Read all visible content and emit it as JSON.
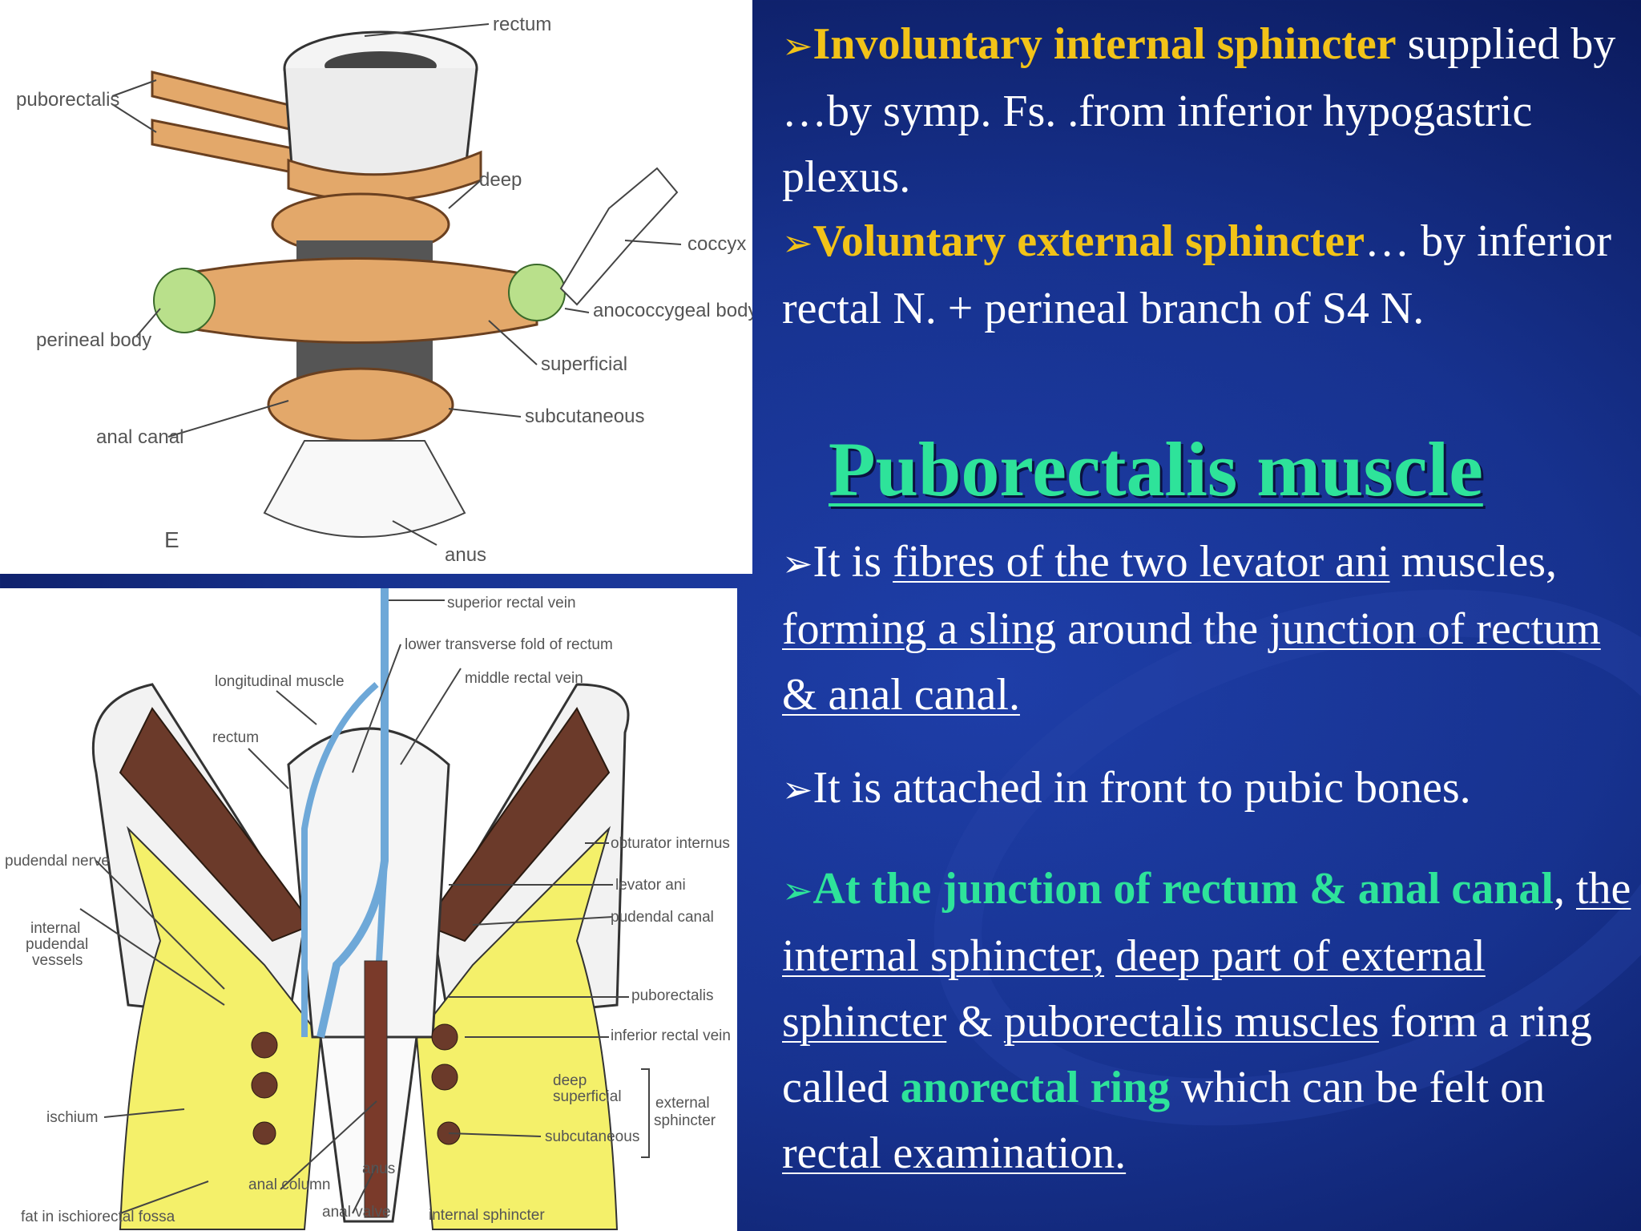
{
  "slide": {
    "p1": {
      "bullet": "➢",
      "title": "Involuntary  internal sphincter",
      "body": "supplied by …by symp. Fs. .from inferior hypogastric plexus."
    },
    "p2": {
      "bullet": "➢",
      "title": "Voluntary external sphincter",
      "body": "… by inferior rectal N. + perineal branch of S4 N."
    },
    "heading": "Puborectalis muscle",
    "p3": {
      "bullet": "➢",
      "t1": "It is ",
      "u1": "fibres of  the two levator ani",
      "t2": " muscles, ",
      "u2": "forming a sling",
      "t3": " around the ",
      "u3": "junction of  rectum & anal canal."
    },
    "p4": {
      "bullet": "➢",
      "text": "It is attached in front to pubic bones."
    },
    "p5": {
      "bullet": "➢",
      "g1": "At the junction of  rectum & anal canal",
      "t1": ", ",
      "u1": "the internal sphincter,",
      "t2": " ",
      "u2": "deep part of  external sphincter",
      "t3": " & ",
      "u3": "puborectalis muscles",
      "t4": " form a ring called ",
      "g2": "anorectal ring",
      "t5": " which can be felt on ",
      "u4": "rectal examination."
    }
  },
  "figure_top": {
    "labels": {
      "rectum": "rectum",
      "puborectalis": "puborectalis",
      "deep": "deep",
      "coccyx": "coccyx",
      "anococcygeal": "anococcygeal body",
      "perineal": "perineal body",
      "superficial": "superficial",
      "subcutaneous": "subcutaneous",
      "anal_canal": "anal canal",
      "anus": "anus",
      "e": "E"
    }
  },
  "figure_bottom": {
    "labels": {
      "superior_rectal_vein": "superior rectal vein",
      "lower_transverse_fold": "lower transverse fold of rectum",
      "longitudinal_muscle": "longitudinal muscle",
      "middle_rectal_vein": "middle rectal vein",
      "rectum": "rectum",
      "obturator_internus": "obturator internus",
      "pudendal_nerve": "pudendal nerve",
      "levator_ani": "levator ani",
      "pudendal_canal": "pudendal canal",
      "internal_pudendal_1": "internal",
      "internal_pudendal_2": "pudendal",
      "internal_pudendal_3": "vessels",
      "puborectalis": "puborectalis",
      "inferior_rectal_vein": "inferior rectal vein",
      "deep": "deep",
      "superficial": "superficial",
      "external_sphincter_1": "external",
      "external_sphincter_2": "sphincter",
      "ischium": "ischium",
      "subcutaneous": "subcutaneous",
      "anus": "anus",
      "anal_column": "anal column",
      "fat_ischiorectal": "fat in ischiorectal fossa",
      "anal_valve": "anal valve",
      "internal_sphincter": "internal sphincter"
    }
  }
}
